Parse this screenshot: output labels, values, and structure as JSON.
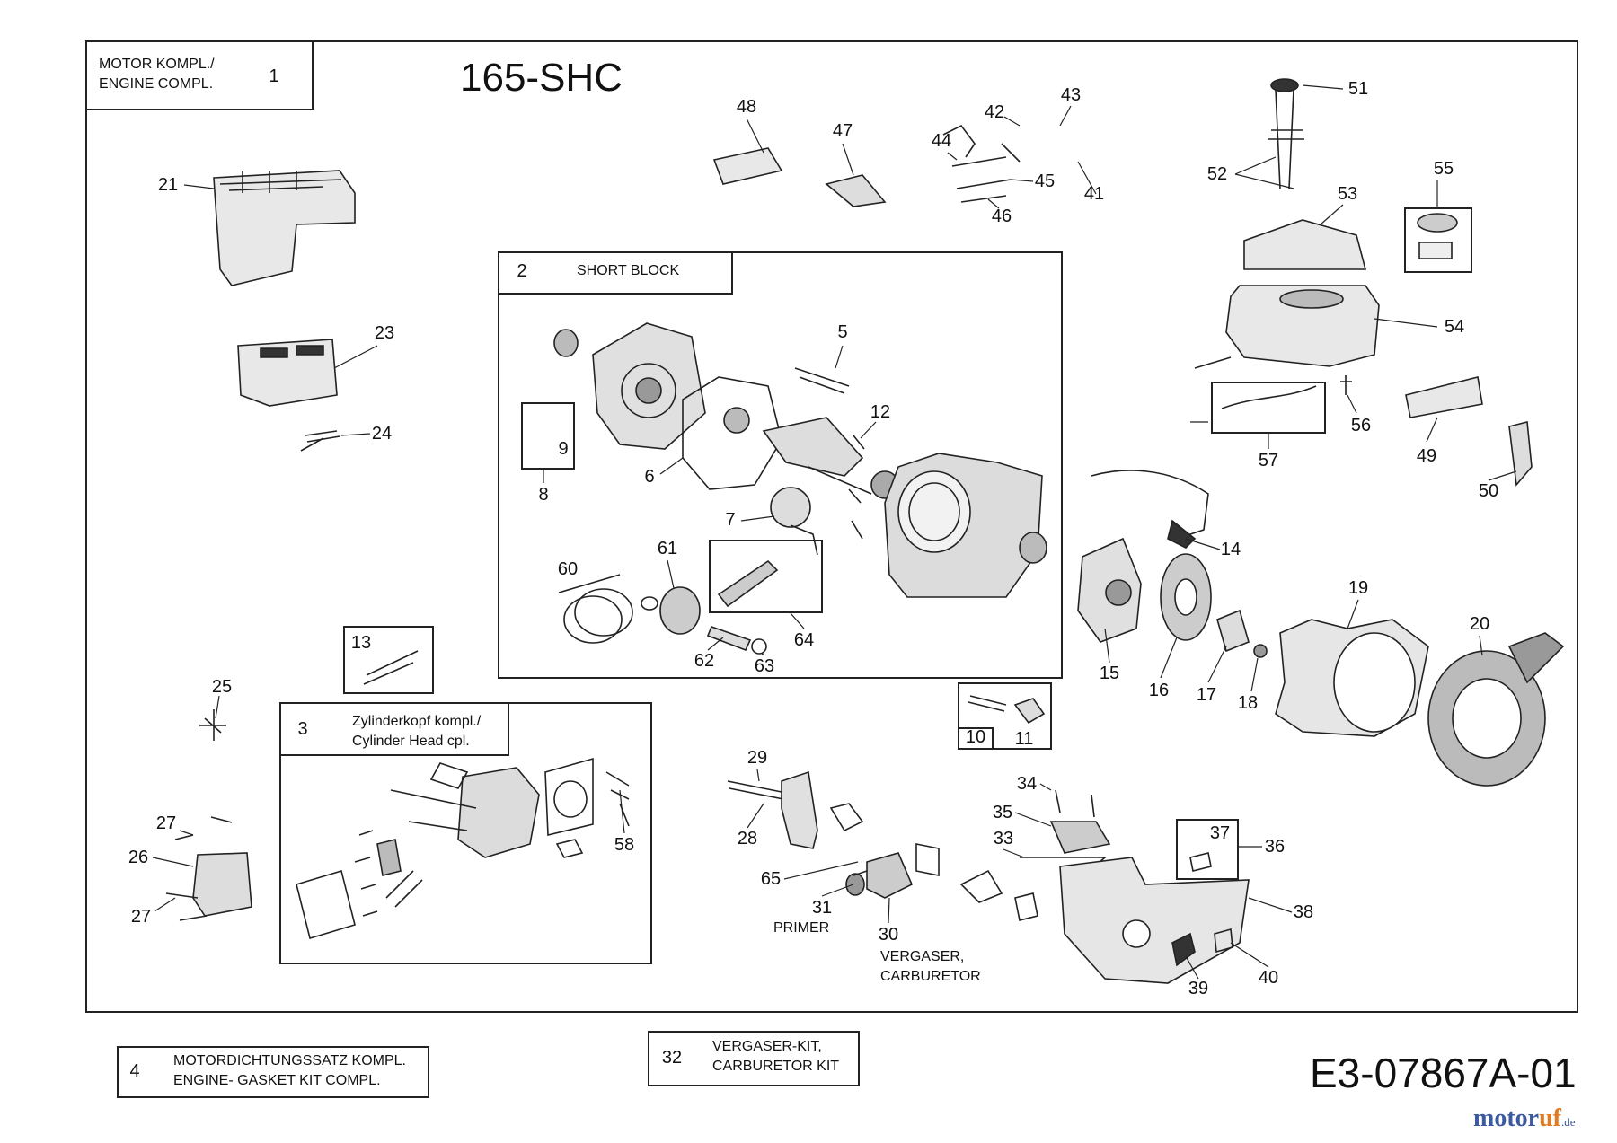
{
  "title": "165-SHC",
  "drawing_code": "E3-07867A-01",
  "watermark": {
    "brand": "motoruf",
    "brand_o": "motor",
    "brand_rest": "uf",
    "tld": ".de"
  },
  "boxes": {
    "engine": {
      "num": "1",
      "line1": "MOTOR KOMPL./",
      "line2": "ENGINE COMPL."
    },
    "short_block": {
      "num": "2",
      "label": "SHORT BLOCK"
    },
    "cylinder_head": {
      "num": "3",
      "line1": "Zylinderkopf kompl./",
      "line2": "Cylinder Head cpl."
    },
    "gasket_kit": {
      "num": "4",
      "line1": "MOTORDICHTUNGSSATZ KOMPL.",
      "line2": "ENGINE- GASKET KIT COMPL."
    },
    "carb_kit": {
      "num": "32",
      "line1": "VERGASER-KIT,",
      "line2": "CARBURETOR KIT"
    }
  },
  "text_labels": {
    "primer": "PRIMER",
    "vergaser": "VERGASER,",
    "carburetor": "CARBURETOR"
  },
  "callouts": [
    "5",
    "6",
    "7",
    "8",
    "9",
    "10",
    "11",
    "12",
    "13",
    "14",
    "15",
    "16",
    "17",
    "18",
    "19",
    "20",
    "21",
    "23",
    "24",
    "25",
    "26",
    "27",
    "27b",
    "28",
    "29",
    "30",
    "31",
    "33",
    "34",
    "35",
    "36",
    "37",
    "38",
    "39",
    "40",
    "41",
    "42",
    "43",
    "44",
    "45",
    "46",
    "47",
    "48",
    "49",
    "50",
    "51",
    "52",
    "53",
    "54",
    "55",
    "56",
    "57",
    "58",
    "60",
    "61",
    "62",
    "63",
    "64",
    "65"
  ],
  "callout_text": {
    "5": "5",
    "6": "6",
    "7": "7",
    "8": "8",
    "9": "9",
    "10": "10",
    "11": "11",
    "12": "12",
    "13": "13",
    "14": "14",
    "15": "15",
    "16": "16",
    "17": "17",
    "18": "18",
    "19": "19",
    "20": "20",
    "21": "21",
    "23": "23",
    "24": "24",
    "25": "25",
    "26": "26",
    "27": "27",
    "27b": "27",
    "28": "28",
    "29": "29",
    "30": "30",
    "31": "31",
    "33": "33",
    "34": "34",
    "35": "35",
    "36": "36",
    "37": "37",
    "38": "38",
    "39": "39",
    "40": "40",
    "41": "41",
    "42": "42",
    "43": "43",
    "44": "44",
    "45": "45",
    "46": "46",
    "47": "47",
    "48": "48",
    "49": "49",
    "50": "50",
    "51": "51",
    "52": "52",
    "53": "53",
    "54": "54",
    "55": "55",
    "56": "56",
    "57": "57",
    "58": "58",
    "60": "60",
    "61": "61",
    "62": "62",
    "63": "63",
    "64": "64",
    "65": "65"
  }
}
